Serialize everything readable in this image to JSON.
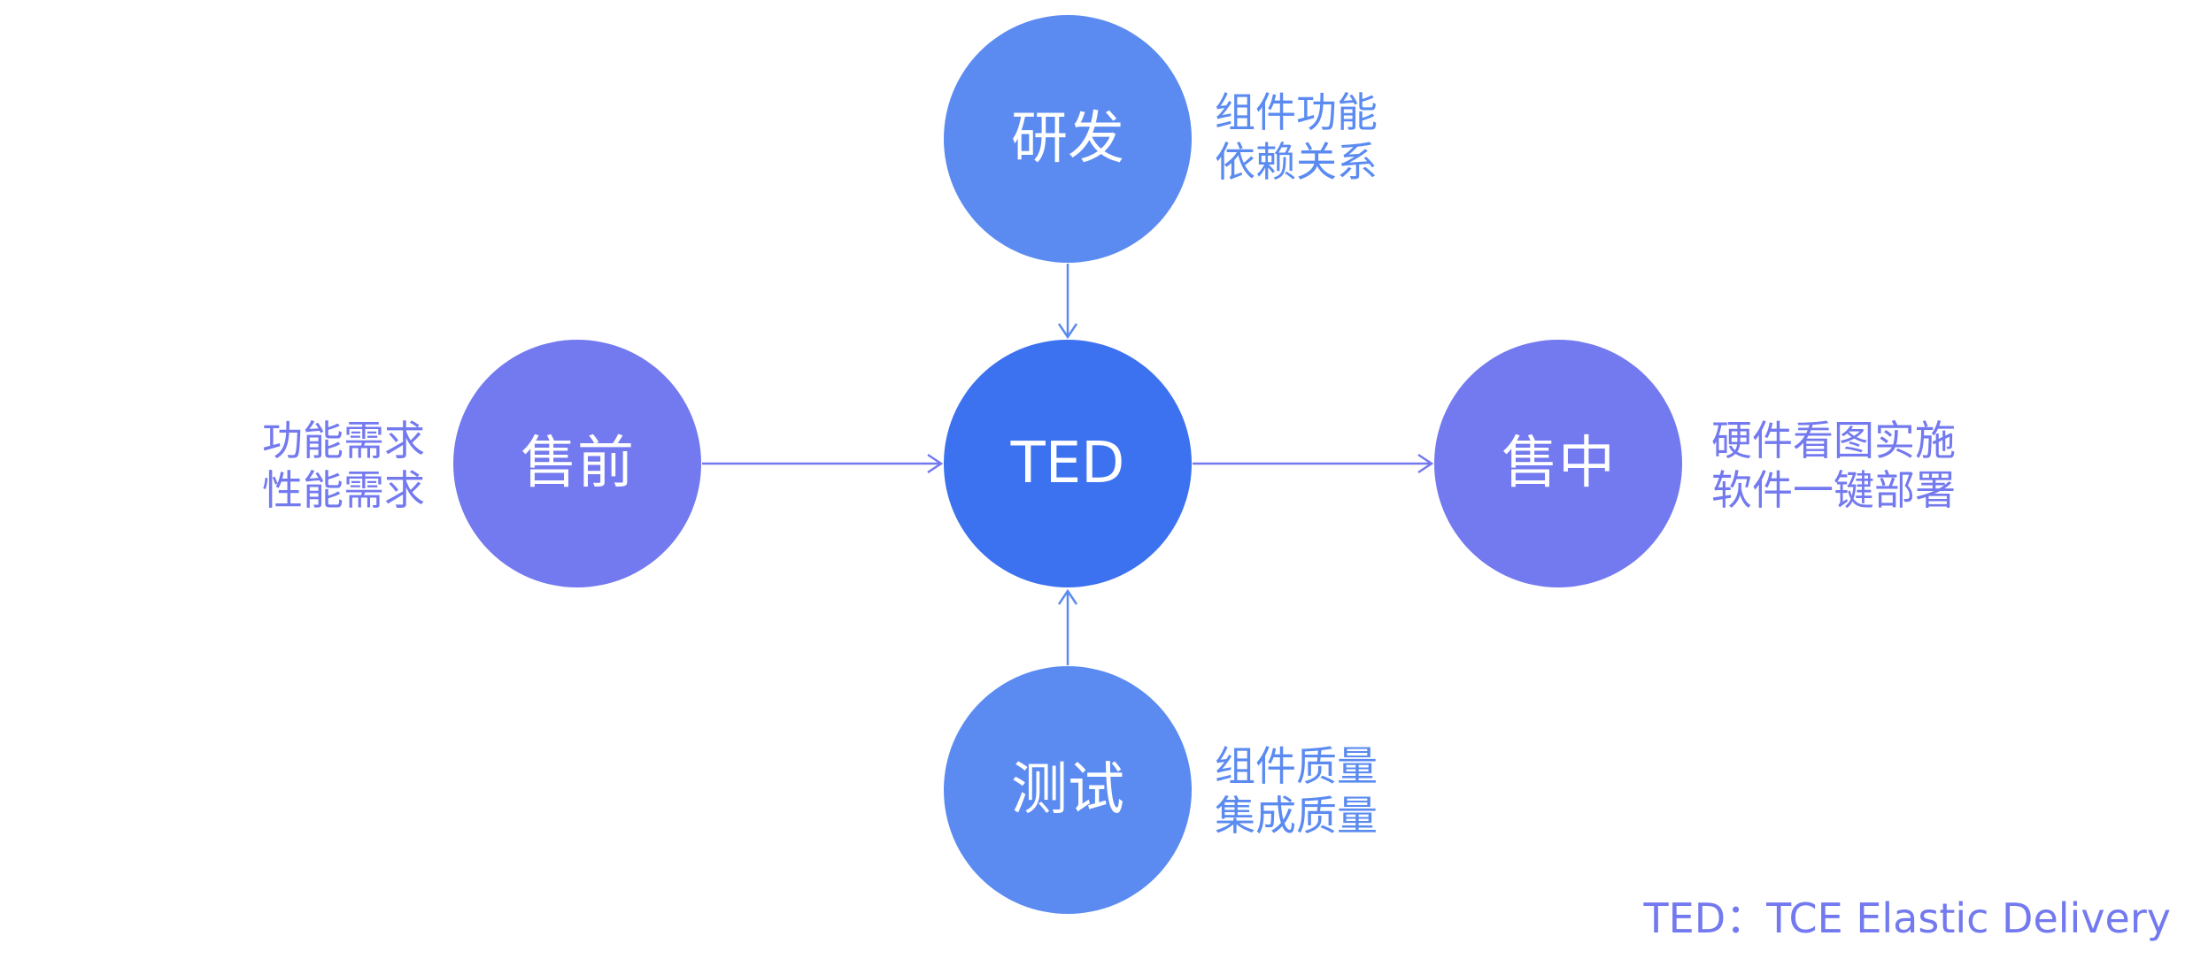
{
  "center": {
    "label": "TED"
  },
  "nodes": {
    "top": {
      "label": "研发",
      "notes": [
        "组件功能",
        "依赖关系"
      ]
    },
    "bottom": {
      "label": "测试",
      "notes": [
        "组件质量",
        "集成质量"
      ]
    },
    "left": {
      "label": "售前",
      "notes": [
        "功能需求",
        "性能需求"
      ]
    },
    "right": {
      "label": "售中",
      "notes": [
        "硬件看图实施",
        "软件一键部署"
      ]
    }
  },
  "footer": {
    "text": "TED：TCE Elastic Delivery"
  },
  "colors": {
    "center": "#3c71ef",
    "vertical_nodes": "#5b8bf1",
    "horizontal_nodes": "#7379ee",
    "arrow_vertical": "#5b8bf1",
    "arrow_horizontal": "#7379ee"
  }
}
